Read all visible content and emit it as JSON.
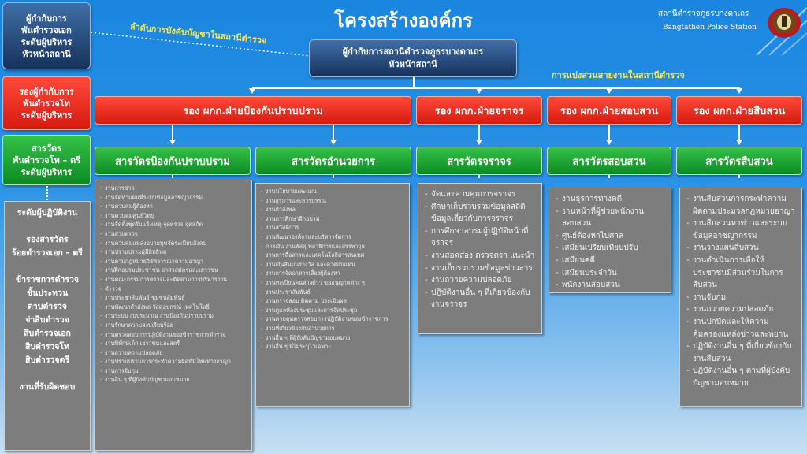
{
  "title": "โครงสร้างองค์กร",
  "station": {
    "name_th": "สถานีตำรวจภูธรบางตาเถร",
    "name_en": "Bangtathen Police Station",
    "logo": "police-emblem"
  },
  "command_label": "ลำดับการบังคับบัญชาในสถานีตำรวจ",
  "division_label": "การแบ่งส่วนสายงานในสถานีตำรวจ",
  "head": {
    "line1": "ผู้กำกับการสถานีตำรวจภูธรบางตาเถร",
    "line2": "หัวหน้าสถานี"
  },
  "levels": {
    "l1": [
      "ผู้กำกับการ",
      "พันตำรวจเอก",
      "ระดับผู้บริหาร",
      "หัวหน้าสถานี"
    ],
    "l2": [
      "รองผู้กำกับการ",
      "พันตำรวจโท",
      "ระดับผู้บริหาร"
    ],
    "l3": [
      "สารวัตร",
      "พันตำรวจโท – ตรี",
      "ระดับผู้บริหาร"
    ],
    "l4": [
      "ระดับผู้ปฏิบัติงาน",
      "",
      "รองสารวัตร",
      "ร้อยตำรวจเอก  – ตรี",
      "",
      "ข้าราชการตำรวจ",
      "ชั้นประทวน",
      "ดาบตำรวจ",
      "จ่าสิบตำรวจ",
      "สิบตำรวจเอก",
      "สิบตำรวจโท",
      "สิบตำรวจตรี",
      "",
      "งานที่รับผิดชอบ"
    ]
  },
  "deputies": [
    "รอง ผกก.ฝ่ายป้องกันปราบปราม",
    "รอง ผกก.ฝ่ายจราจร",
    "รอง ผกก.ฝ่ายสอบสวน",
    "รอง ผกก.ฝ่ายสืบสวน"
  ],
  "inspectors": [
    "สารวัตรป้องกันปราบปราม",
    "สารวัตรอำนวยการ",
    "สารวัตรจราจร",
    "สารวัตรสอบสวน",
    "สารวัตรสืบสวน"
  ],
  "duties": [
    [
      "งานการข่าว",
      "งานจัดทำแผนที่ระบบข้อมูลอาชญากรรม",
      "งานควบคุมผู้ต้องหา",
      "งานควบคุมศูนย์วิทยุ",
      "งานจัดตั้งชุดรับแจ้งเหตุ จุดตรวจ จุดสกัด",
      "งานสายตรวจ",
      "งานควบคุมแหล่งอบายมุขจัดระเบียบสังคม",
      "งานปราบปรามผู้มีอิทธิพล",
      "งานตามกฎหมายวิธีพิจารณาความอาญา",
      "งานฝึกอบรมประชาชน อาสาสมัครและเยาวชน",
      "งานคณะกรรมการตรวจและติดตามการบริหารงาน",
      "ตำรวจ",
      "งานประชาสัมพันธ์ ชุมชนสัมพันธ์",
      "งานพัฒนากำลังพล วัสดุอุปกรณ์ เทคโนโลยี",
      "งานระบบ งบประมาณ งานป้องกันปราบปราม",
      "งานรักษาความสงบเรียบร้อย",
      "งานตรวจสอบการปฏิบัติงานของข้าราชการตำรวจ",
      "งานพิทักษ์เด็ก เยาวชนและสตรี",
      "งานถวายความปลอดภัย",
      "งานปราบปรามการกระทำความผิดที่มีโทษทางอาญา",
      "งานการจับกุม",
      "งานอื่น ๆ ที่ผู้บังคับบัญชามอบหมาย"
    ],
    [
      "งานนโยบายและแผน",
      "งานธุรการและสารบรรณ",
      "งานกำลังพล",
      "งานการศึกษาฝึกอบรม",
      "งานสวัสดิการ",
      "งานพัฒนาองค์กรและบริหารจัดการ",
      "การเงิน งานพัสดุ พลาธิการและสรรพาวุธ",
      "งานการสื่อสารและเทคโนโลยีสารสนเทศ",
      "งานเงินสินบนรางวัล และค่าตอบแทน",
      "งานการจัดอาหารเลี้ยงผู้ต้องหา",
      "งานทะเบียนคนต่างด้าว ขออนุญาตต่าง ๆ",
      "งานประชาสัมพันธ์",
      "งานตรวจสอบ ติดตาม ประเมินผล",
      "งานดูแลห้องประชุมและการจัดประชุม",
      "งานควบคุมตรวจสอบการปฏิบัติงานของข้าราชการ",
      "งานที่เกี่ยวข้องกับอำนวยการ",
      "งานอื่น ๆ ที่ผู้บังคับบัญชามอบหมาย",
      "งานอื่น ๆ ที่ไม่ระบุไว้เฉพาะ"
    ],
    [
      "จัดและควบคุมการจราจร",
      "ศึกษาเก็บรวบรวมข้อมูลสถิติข้อมูลเกี่ยวกับการจราจร",
      "การศึกษาอบรมผู้ปฏิบัติหน้าที่จราจร",
      "งานสอดส่อง ตรวจตรา แนะนำ",
      "งานเก็บรวบรวมข้อมูลข่าวสาร",
      "งานถวายความปลอดภัย",
      "ปฏิบัติงานอื่น ๆ ที่เกี่ยวข้องกับงานจราจร"
    ],
    [
      "งานธุรการทางคดี",
      "งานหน้าที่ผู้ช่วยพนักงานสอบสวน",
      "ศูนย์ต้องหาไปศาล",
      "เสมียนเปรียบเทียบปรับ",
      "เสมียนคดี",
      "เสมียนประจำวัน",
      "พนักงานสอบสวน"
    ],
    [
      "งานสืบสวนการกระทำความผิดตามประมวลกฎหมายอาญา",
      "งานสืบสวนหาข่าวและระบบข้อมูลอาชญากรรม",
      "งานวางแผนสืบสวน",
      "งานดำเนินการเพื่อให้ประชาชนมีส่วนร่วมในการสืบสวน",
      "งานจับกุม",
      "งานถวายความปลอดภัย",
      "งานปกปิดและให้ความคุ้มครองแหล่งข่าวและพยาน",
      "ปฏิบัติงานอื่น ๆ ที่เกี่ยวข้องกับงานสืบสวน",
      "ปฏิบัติงานอื่น ๆ ตามที่ผู้บังคับบัญชามอบหมาย"
    ]
  ],
  "colors": {
    "exec": "#17325c",
    "deputy": "#e0261a",
    "inspector": "#14952a",
    "duty": "#7d7d7d",
    "label": "#ffe84a"
  }
}
